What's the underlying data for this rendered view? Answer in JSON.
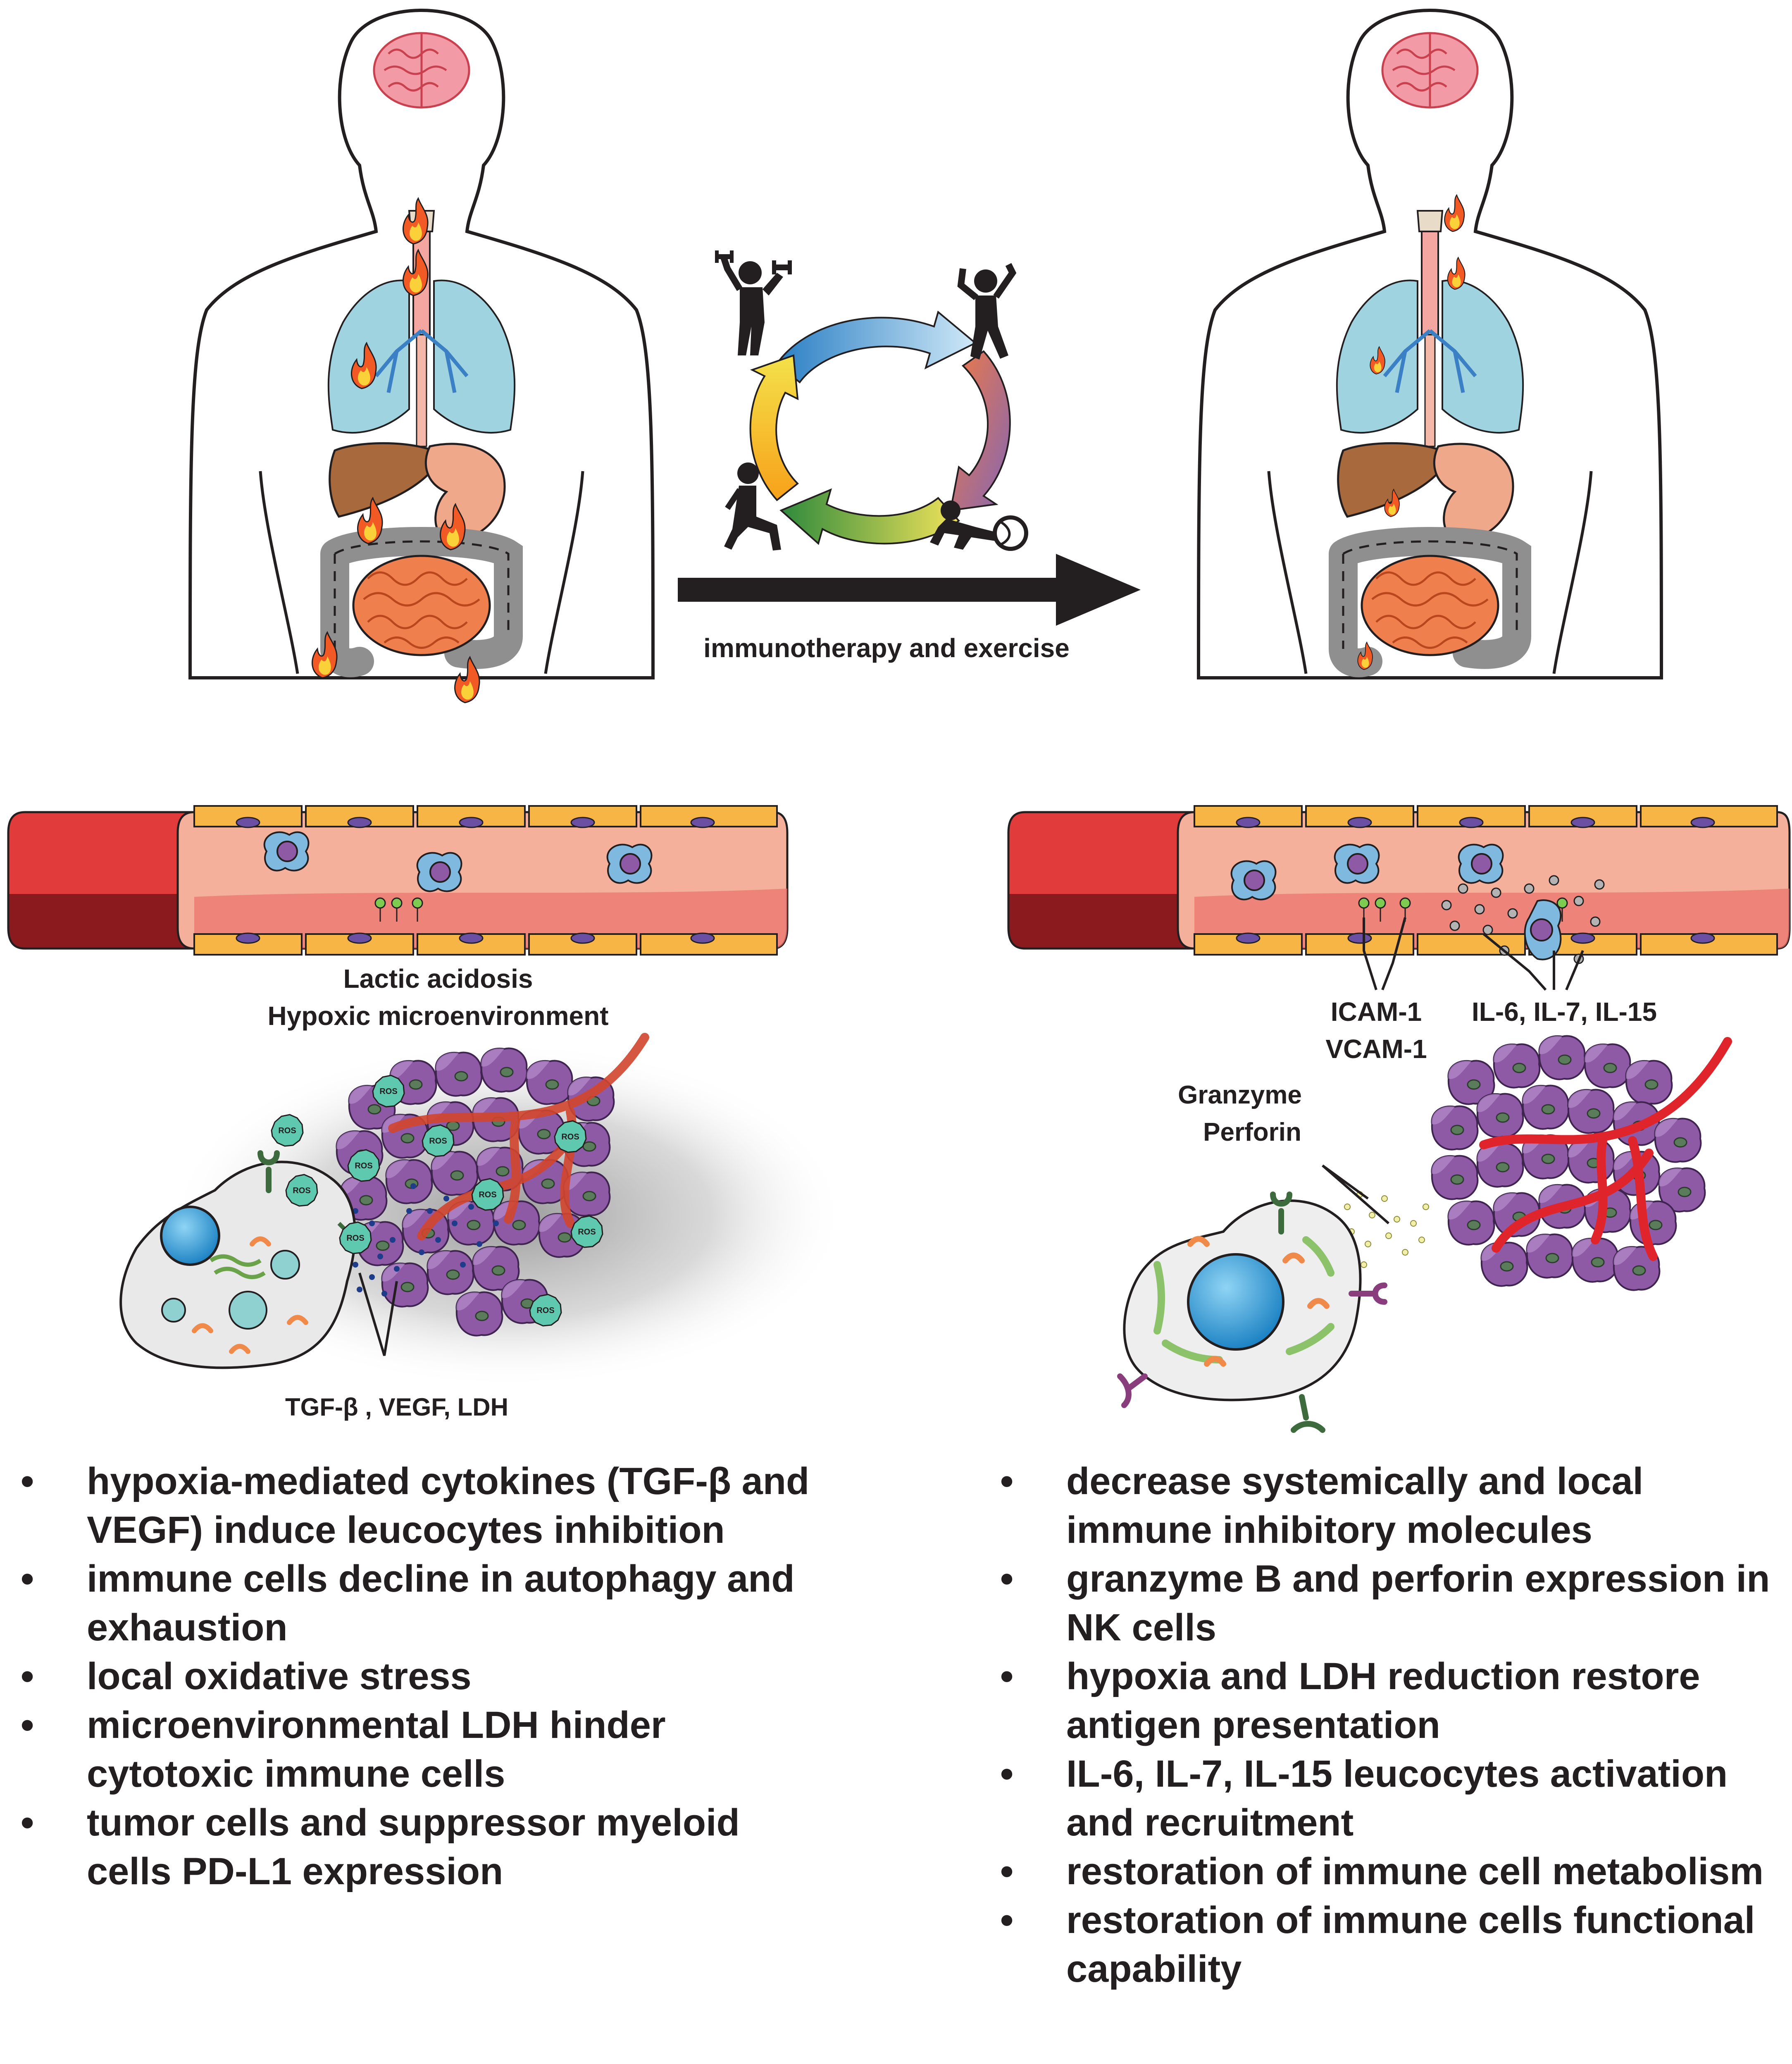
{
  "arrow_label": "immunotherapy and exercise",
  "left": {
    "environment_label_1": "Lactic acidosis",
    "environment_label_2": "Hypoxic microenvironment",
    "ros_label": "ROS",
    "secreted_factors_label": "TGF-β , VEGF, LDH",
    "bullets": [
      "hypoxia-mediated cytokines (TGF-β and VEGF) induce leucocytes inhibition",
      "immune cells decline in autophagy and exhaustion",
      "local oxidative stress",
      "microenvironmental LDH hinder cytotoxic immune cells",
      "tumor cells and suppressor myeloid cells PD-L1 expression"
    ]
  },
  "right": {
    "adhesion_label_1": "ICAM-1",
    "adhesion_label_2": "VCAM-1",
    "interleukins_label": "IL-6, IL-7, IL-15",
    "granzyme_label": "Granzyme",
    "perforin_label": "Perforin",
    "bullets": [
      "decrease systemically and local immune inhibitory molecules",
      "granzyme B and perforin expression in NK cells",
      "hypoxia and LDH reduction restore antigen presentation",
      "IL-6, IL-7, IL-15 leucocytes activation and recruitment",
      "restoration of immune cell metabolism",
      "restoration of immune cells functional capability"
    ]
  },
  "colors": {
    "outline": "#231f20",
    "brain": "#f29ba6",
    "lung": "#9fd3e0",
    "liver": "#a86a3d",
    "stomach": "#f0a88a",
    "intestine": "#f07f4e",
    "colon": "#8f8f8f",
    "fire": "#f15a24",
    "vessel_red": "#e23b3b",
    "vessel_inner": "#f4b09a",
    "endothelium": "#f7b545",
    "tumor": "#8e5aa6",
    "tumor_vessel": "#e0242b",
    "ros": "#5fc9b0",
    "nucleus": "#3aa5dc"
  }
}
